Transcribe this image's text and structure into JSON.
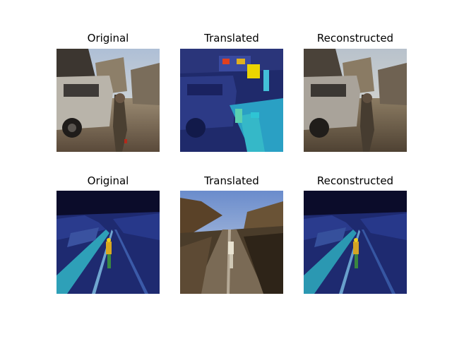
{
  "rows": [
    {
      "titles": [
        "Original",
        "Translated",
        "Reconstructed"
      ]
    },
    {
      "titles": [
        "Original",
        "Translated",
        "Reconstructed"
      ]
    }
  ]
}
